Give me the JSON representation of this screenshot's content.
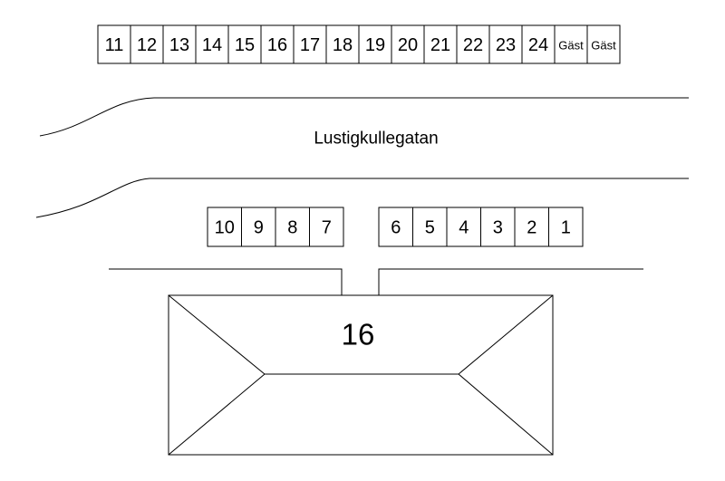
{
  "street": {
    "name": "Lustigkullegatan"
  },
  "building": {
    "number": "16"
  },
  "parking": {
    "top_row": [
      "11",
      "12",
      "13",
      "14",
      "15",
      "16",
      "17",
      "18",
      "19",
      "20",
      "21",
      "22",
      "23",
      "24",
      "Gäst",
      "Gäst"
    ],
    "front_left": [
      "10",
      "9",
      "8",
      "7"
    ],
    "front_right": [
      "6",
      "5",
      "4",
      "3",
      "2",
      "1"
    ]
  }
}
